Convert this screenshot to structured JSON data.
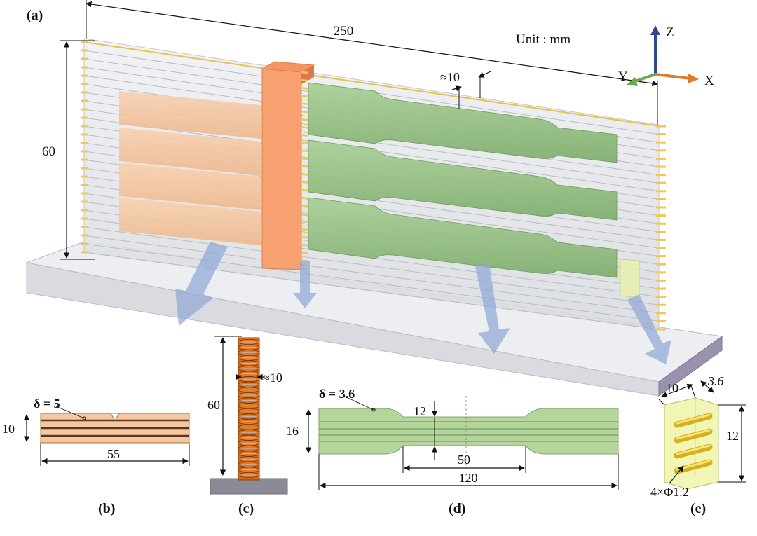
{
  "panel_labels": {
    "a": "(a)",
    "b": "(b)",
    "c": "(c)",
    "d": "(d)",
    "e": "(e)"
  },
  "unit_text": "Unit : mm",
  "axes": {
    "x": "X",
    "y": "Y",
    "z": "Z"
  },
  "main_dims": {
    "length": "250",
    "height": "60",
    "spacing": "≈10"
  },
  "panel_b": {
    "delta": "δ = 5",
    "height": "10",
    "length": "55"
  },
  "panel_c": {
    "height": "60",
    "width": "≈10"
  },
  "panel_d": {
    "delta": "δ = 3.6",
    "height": "16",
    "gauge_width": "12",
    "gauge_length": "50",
    "length": "120"
  },
  "panel_e": {
    "width": "10",
    "thickness": "3.6",
    "height": "12",
    "wire": "4×Φ1.2"
  },
  "colors": {
    "orange_specimen": "#f4c7a1",
    "orange_wall": "#f7a070",
    "green_specimen": "#9dc48a",
    "yellow_wire": "#f2c94c",
    "substrate": "#e6e6ea",
    "arrow": "#8fa6d6"
  }
}
